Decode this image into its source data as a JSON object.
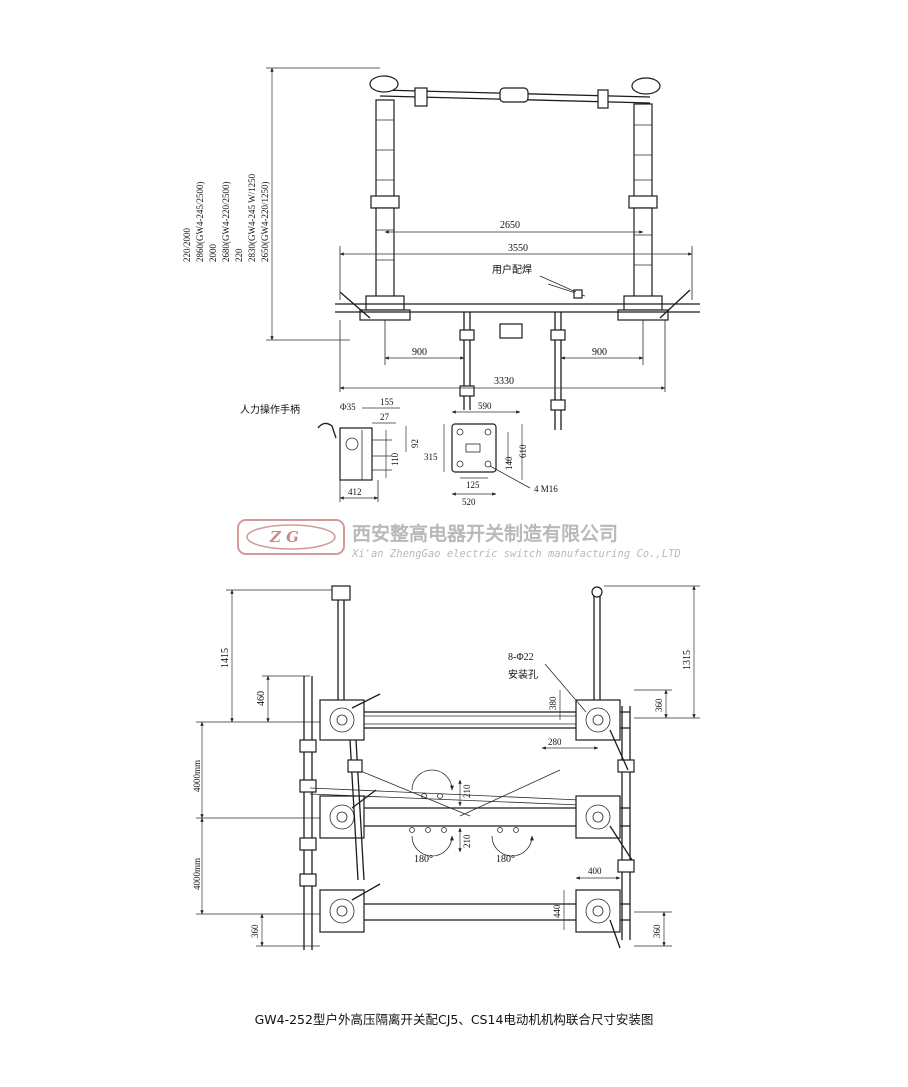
{
  "top_view": {
    "height_labels": [
      "220/2000",
      "2860(GW4-245/2500)",
      "2000",
      "2680(GW4-220/2500)",
      "220",
      "2830(GW4-245 W/1250",
      "2650(GW4-220/1250)"
    ],
    "dim_2650": "2650",
    "dim_3550": "3550",
    "dim_3330": "3330",
    "dim_900_left": "900",
    "dim_900_right": "900",
    "user_weld": "用户配焊",
    "manual_handle": "人力操作手柄",
    "phi35": "Φ35",
    "d155": "155",
    "d27": "27",
    "d92": "92",
    "d110": "110",
    "d412": "412",
    "d590": "590",
    "d315": "315",
    "d125": "125",
    "d520": "520",
    "d140": "140",
    "d610": "610",
    "bolt": "4 M16"
  },
  "watermark": {
    "logo": "Z G",
    "company_cn": "西安整高电器开关制造有限公司",
    "company_en": "Xi'an ZhengGao electric switch manufacturing Co.,LTD"
  },
  "plan_view": {
    "d1415": "1415",
    "d460": "460",
    "d4000a": "4000mm",
    "d4000b": "4000mm",
    "d360_left": "360",
    "d1315": "1315",
    "d360_right_top": "360",
    "d360_right_bot": "360",
    "holes": "8-Φ22",
    "holes_label": "安装孔",
    "d380": "380",
    "d280": "280",
    "d210a": "210",
    "d210b": "210",
    "deg180a": "180°",
    "deg180b": "180°",
    "d400": "400",
    "d440": "440"
  },
  "caption": "GW4-252型户外高压隔离开关配CJ5、CS14电动机机构联合尺寸安装图"
}
